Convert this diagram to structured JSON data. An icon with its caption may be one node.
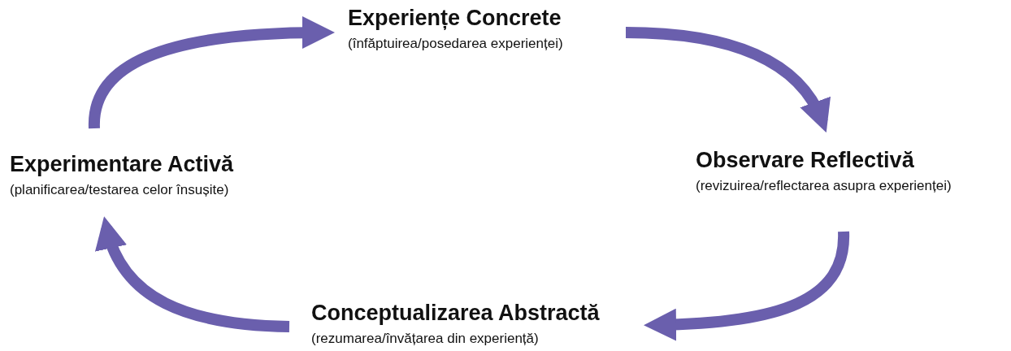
{
  "diagram": {
    "nodes": [
      {
        "text": [
          "Experiențe Concrete",
          "(înfăptuirea/posedarea experienței)"
        ]
      },
      {
        "text": [
          "Observare Reflectivă",
          "(revizuirea/reflectarea asupra experienței)"
        ]
      },
      {
        "text": [
          "Conceptualizarea Abstractă",
          "(rezumarea/învățarea din experiență)"
        ]
      },
      {
        "text": [
          "Experimentare Activă",
          "(planificarea/testarea celor însușite)"
        ]
      }
    ],
    "edges": [
      {
        "from": 0,
        "to": 1,
        "arrow": "to"
      },
      {
        "from": 1,
        "to": 2,
        "arrow": "to"
      },
      {
        "from": 2,
        "to": 3,
        "arrow": "to"
      },
      {
        "from": 3,
        "to": 0,
        "arrow": "to"
      }
    ]
  }
}
